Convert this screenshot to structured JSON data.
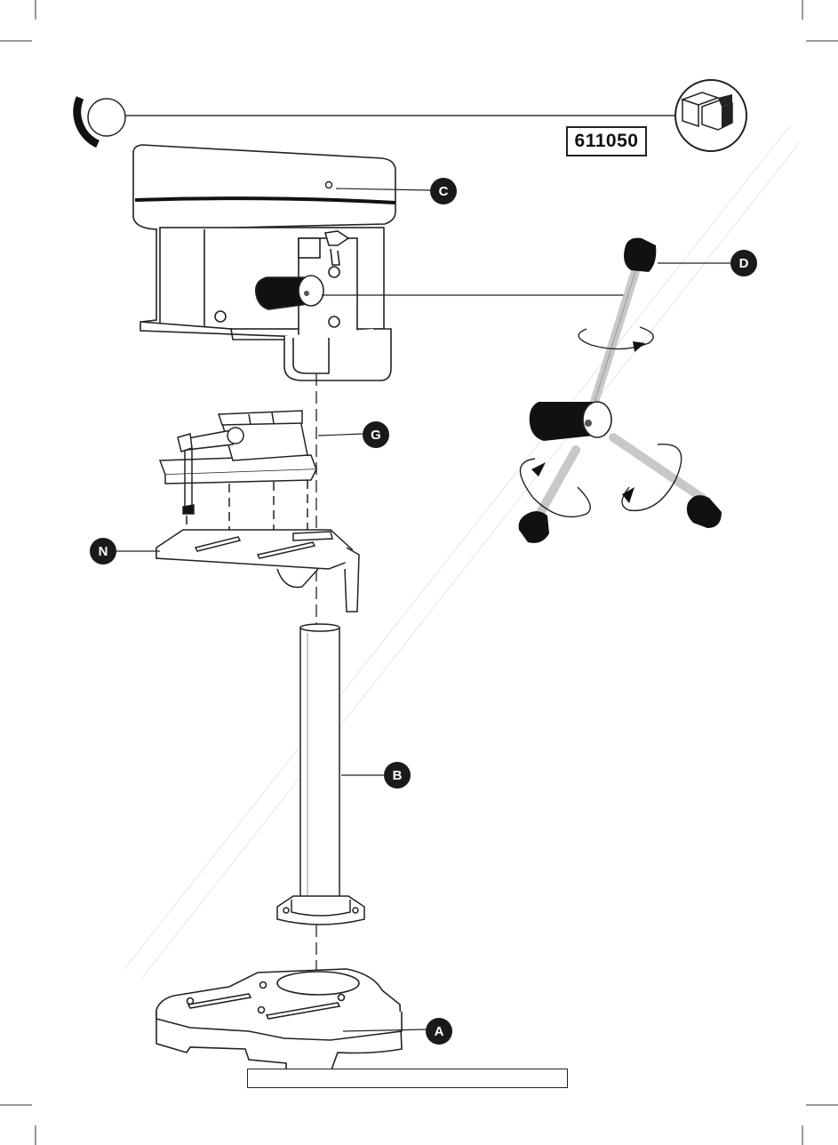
{
  "model_code": "611050",
  "callouts": {
    "a": "A",
    "b": "B",
    "c": "C",
    "d": "D",
    "g": "G",
    "n": "N"
  },
  "icons": {
    "header_left": "step-circle-icon",
    "header_right": "assembly-box-icon"
  },
  "colors": {
    "ink": "#1a1a1a",
    "line": "#333333",
    "metal": "#c8c8c8",
    "background": "#ffffff"
  }
}
